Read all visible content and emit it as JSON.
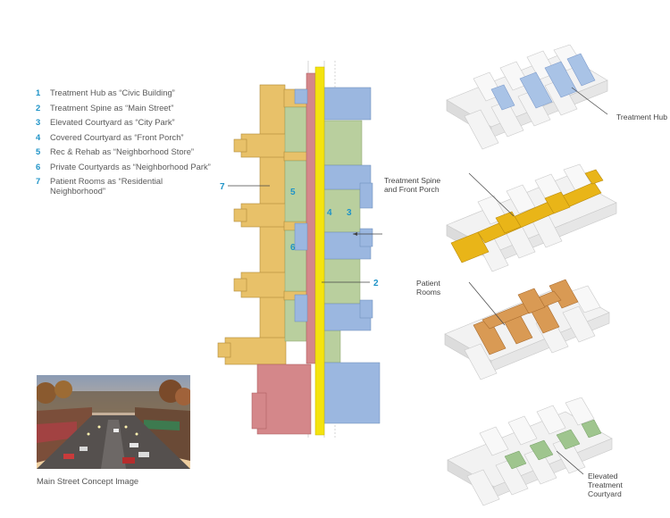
{
  "legend": [
    {
      "num": "1",
      "text": "Treatment Hub as “Civic Building”"
    },
    {
      "num": "2",
      "text": "Treatment Spine as “Main Street”"
    },
    {
      "num": "3",
      "text": "Elevated Courtyard as “City Park”"
    },
    {
      "num": "4",
      "text": "Covered Courtyard as “Front Porch”"
    },
    {
      "num": "5",
      "text": "Rec & Rehab as “Neighborhood Store”"
    },
    {
      "num": "6",
      "text": "Private Courtyards as “Neighborhood Park”"
    },
    {
      "num": "7",
      "text": "Patient Rooms as “Residential Neighborhood”"
    }
  ],
  "photo_caption": "Main Street Concept Image",
  "plan_labels": {
    "n7": "7",
    "n5": "5",
    "n4": "4",
    "n3": "3",
    "n6": "6",
    "n2": "2"
  },
  "callouts": {
    "hub": "Treatment Hub",
    "spine": "Treatment Spine and Front Porch",
    "rooms": "Patient Rooms",
    "courtyard": "Elevated Treatment Courtyard"
  },
  "colors": {
    "accent": "#1e93c7",
    "patient_rooms": "#e8c169",
    "spine": "#f4e30f",
    "courtyard": "#b9cf9e",
    "treatment": "#9bb7e0",
    "rehab": "#d4878a",
    "axo_highlight_blue": "#a9c3e6",
    "axo_highlight_yellow": "#e9b518",
    "axo_highlight_orange": "#d99a54",
    "axo_highlight_green": "#9fc58e"
  }
}
